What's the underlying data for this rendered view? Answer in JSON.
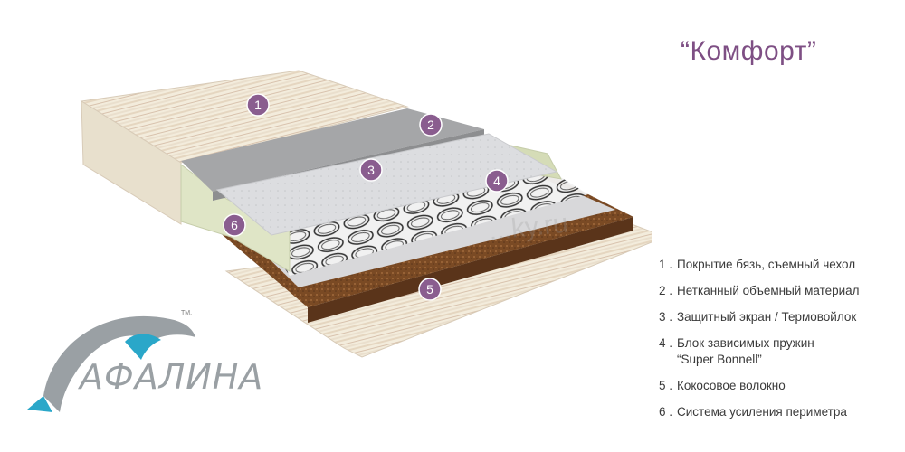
{
  "title": "“Комфорт”",
  "watermark": "...ky.ru",
  "callouts": [
    "1",
    "2",
    "3",
    "4",
    "5",
    "6"
  ],
  "legend": [
    {
      "num": "1 .",
      "text": "Покрытие бязь, съемный чехол"
    },
    {
      "num": "2 .",
      "text": "Нетканный объемный материал"
    },
    {
      "num": "3 .",
      "text": "Защитный экран / Термовойлок"
    },
    {
      "num": "4 .",
      "text": "Блок зависимых пружин\n“Super Bonnell”"
    },
    {
      "num": "5 .",
      "text": "Кокосовое волокно"
    },
    {
      "num": "6 .",
      "text": "Система усиления периметра"
    }
  ],
  "logo": {
    "word": "АФАЛИНА",
    "tm": "TM."
  },
  "colors": {
    "accent": "#8a5d8f",
    "title": "#7e4f84",
    "coir": "#7a4a24",
    "felt": "#a5a6a8"
  }
}
